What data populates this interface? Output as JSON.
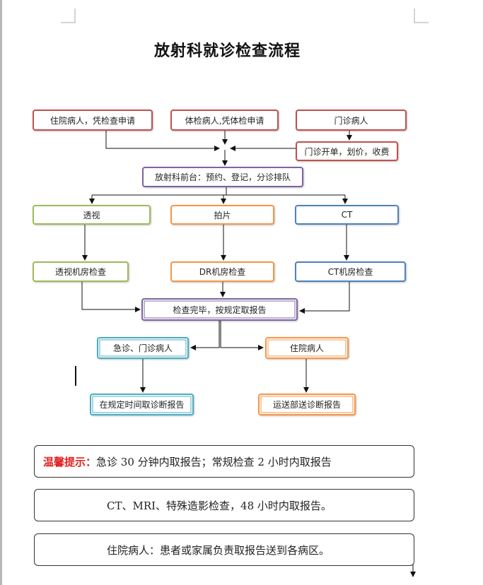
{
  "document": {
    "title": "放射科就诊检查流程"
  },
  "flowchart": {
    "inpatient_request": "住院病人，凭检查申请",
    "physical_exam": "体检病人,凭体检申请",
    "outpatient": "门诊病人",
    "outpatient_billing": "门诊开单，划价，收费",
    "front_desk": "放射科前台：预约、登记，分诊排队",
    "fluoroscopy": "透视",
    "radiography": "拍片",
    "ct": "CT",
    "fluoroscopy_room": "透视机房检查",
    "dr_room": "DR机房检查",
    "ct_room": "CT机房检查",
    "exam_done": "检查完毕，按规定取报告",
    "emergency_outpatient": "急诊、门诊病人",
    "inpatient": "住院病人",
    "pickup_on_time": "在规定时间取诊断报告",
    "delivery": "运送部送诊断报告"
  },
  "notes": {
    "tip_label": "温馨提示：",
    "tip_text": "急诊 30 分钟内取报告；常规检查 2 小时内取报告",
    "ct_mri": "CT、MRI、特殊造影检查，48 小时内取报告。",
    "inpatient_note": "住院病人：患者或家属负责取报告送到各病区。"
  },
  "colors": {
    "red": "#c0504d",
    "purple": "#8064a2",
    "green": "#9bbb59",
    "orange": "#f79646",
    "blue": "#4f81bd",
    "teal": "#4bacc6",
    "tip_highlight": "#e02020"
  }
}
